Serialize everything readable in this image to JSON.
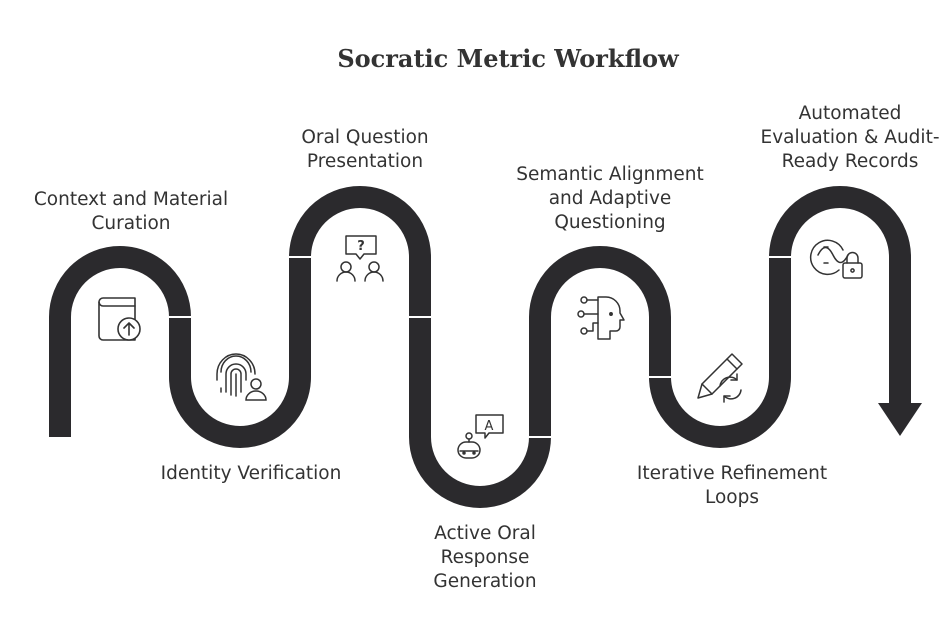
{
  "title": "Socratic Metric Workflow",
  "steps": [
    {
      "label": "Context and Material\nCuration",
      "icon": "book-upload-icon"
    },
    {
      "label": "Identity Verification",
      "icon": "fingerprint-user-icon"
    },
    {
      "label": "Oral Question\nPresentation",
      "icon": "question-people-icon"
    },
    {
      "label": "Active Oral\nResponse\nGeneration",
      "icon": "robot-speech-icon"
    },
    {
      "label": "Semantic Alignment\nand Adaptive\nQuestioning",
      "icon": "ai-head-icon"
    },
    {
      "label": "Iterative Refinement\nLoops",
      "icon": "pencil-refresh-icon"
    },
    {
      "label": "Automated\nEvaluation & Audit-\nReady Records",
      "icon": "lock-analysis-icon"
    }
  ],
  "colors": {
    "path": "#2b2a2d",
    "text": "#333333",
    "icon": "#333333",
    "divider": "#ffffff"
  }
}
